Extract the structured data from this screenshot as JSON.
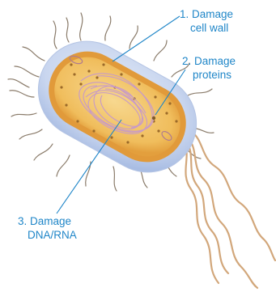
{
  "labels": [
    {
      "number": "1.",
      "line1": "1. Damage",
      "line2": "cell wall"
    },
    {
      "number": "2.",
      "line1": "2. Damage",
      "line2": "proteins"
    },
    {
      "number": "3.",
      "line1": "3. Damage",
      "line2": "DNA/RNA"
    }
  ],
  "colors": {
    "label_text": "#1f86c8",
    "leader_line": "#1f86c8",
    "capsule": "#c9d6ef",
    "cell_wall": "#e19a3a",
    "cytoplasm": "#f3c870",
    "dna": "#c79ac8",
    "flagella": "#d2a77b",
    "pili": "#8a7b6a"
  }
}
